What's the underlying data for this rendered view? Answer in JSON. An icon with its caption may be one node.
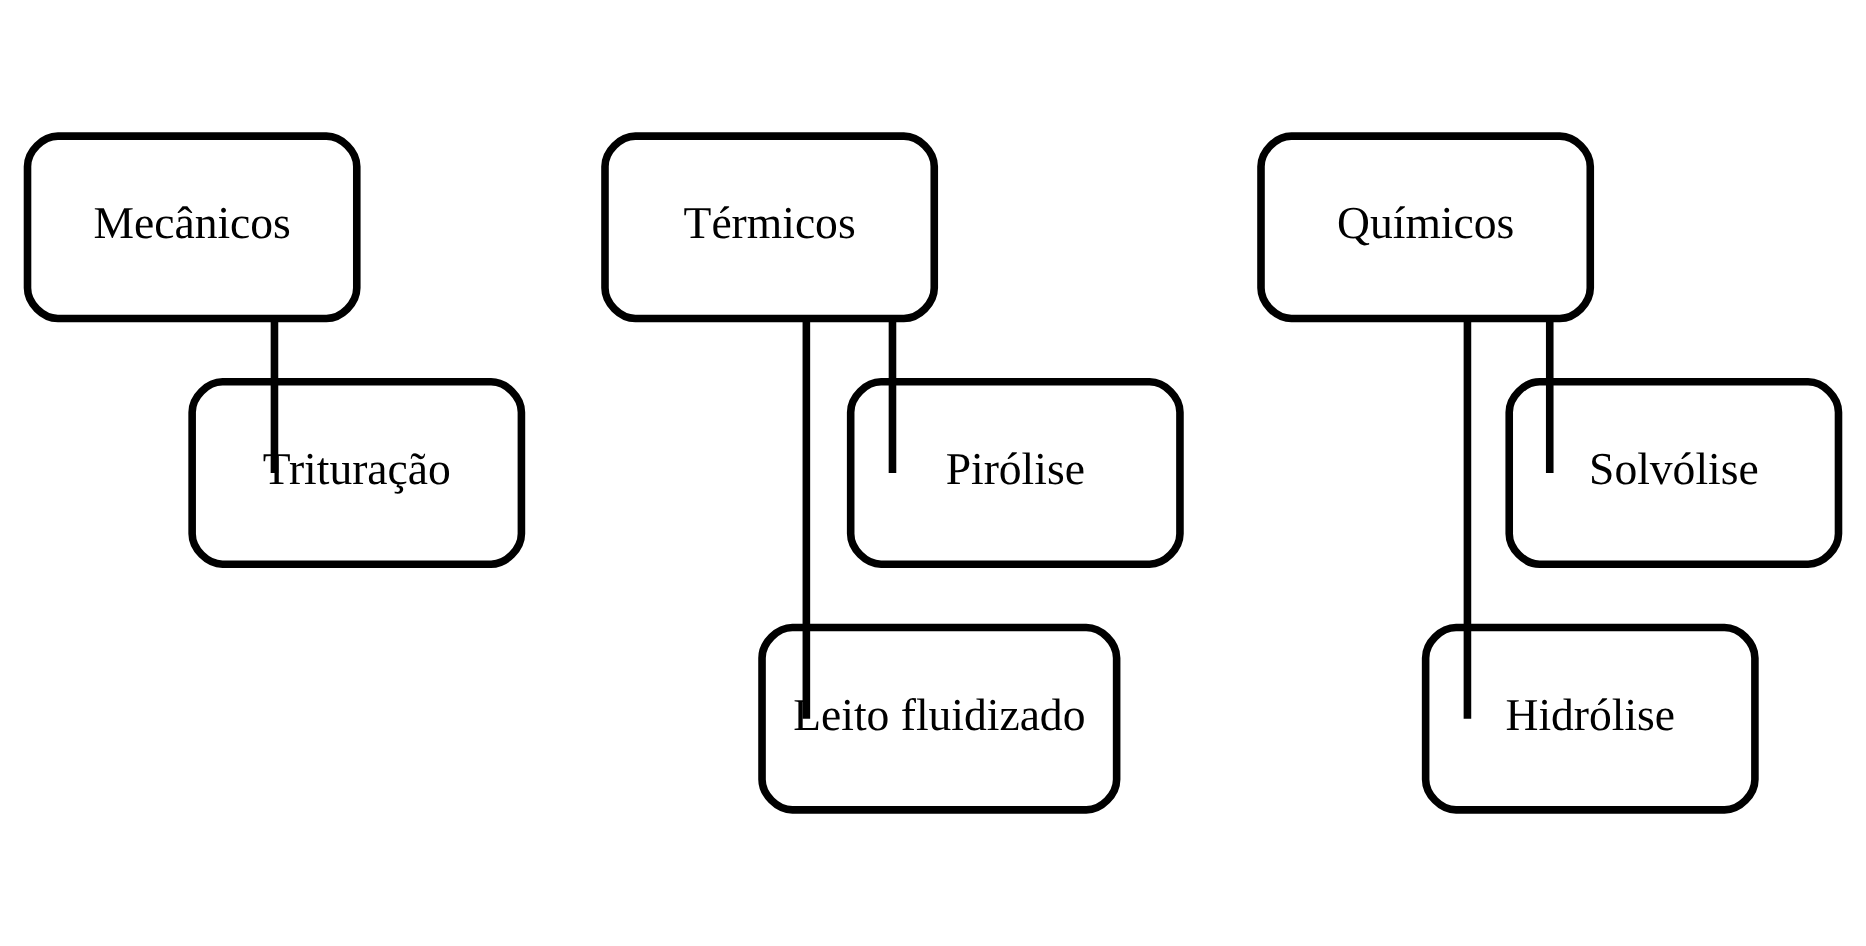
{
  "diagram": {
    "nodes": [
      {
        "text": [
          "Mecânicos"
        ]
      },
      {
        "text": [
          "Trituração"
        ]
      },
      {
        "text": [
          "Térmicos"
        ]
      },
      {
        "text": [
          "Pirólise"
        ]
      },
      {
        "text": [
          "Leito fluidizado"
        ]
      },
      {
        "text": [
          "Químicos"
        ]
      },
      {
        "text": [
          "Solvólise"
        ]
      },
      {
        "text": [
          "Hidrólise"
        ]
      }
    ],
    "edges": [
      {
        "from": 0,
        "to": 1,
        "arrow": "none"
      },
      {
        "from": 2,
        "to": 3,
        "arrow": "none"
      },
      {
        "from": 2,
        "to": 4,
        "arrow": "none"
      },
      {
        "from": 5,
        "to": 6,
        "arrow": "none"
      },
      {
        "from": 5,
        "to": 7,
        "arrow": "none"
      }
    ]
  }
}
